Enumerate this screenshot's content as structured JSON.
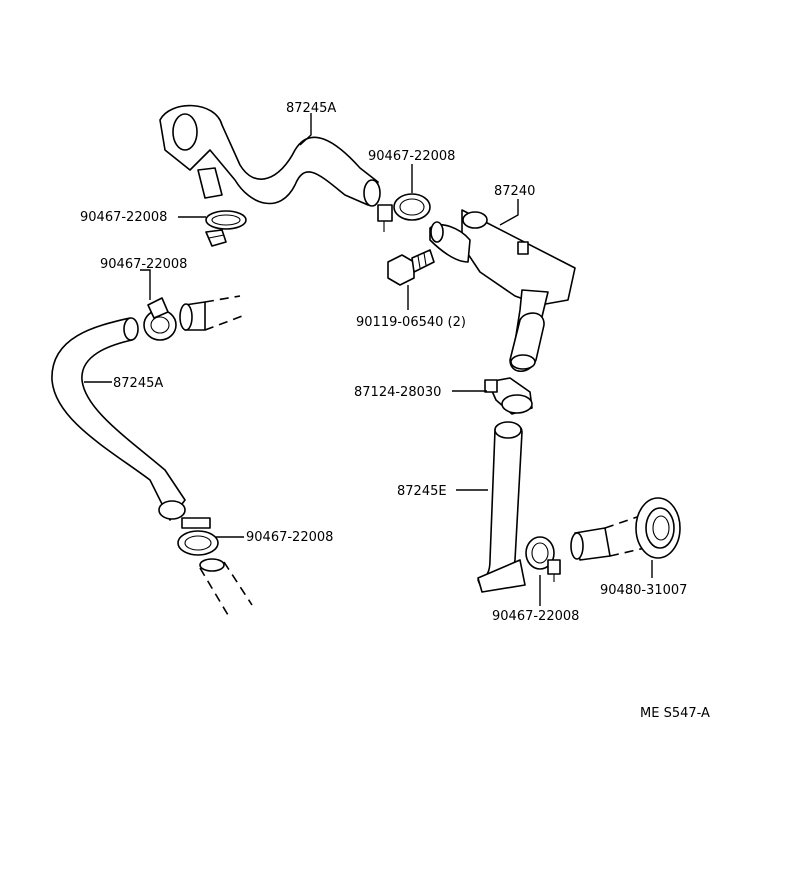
{
  "labels": {
    "hose_upper": "87245A",
    "clamp_upper_right": "90467-22008",
    "valve": "87240",
    "clamp_upper_left": "90467-22008",
    "clamp_mid_left": "90467-22008",
    "bolt": "90119-06540 (2)",
    "hose_left": "87245A",
    "clip": "87124-28030",
    "hose_lower": "87245E",
    "clamp_lower_left": "90467-22008",
    "grommet": "90480-31007",
    "clamp_lower_right": "90467-22008",
    "diagram_code": "ME S547-A"
  }
}
